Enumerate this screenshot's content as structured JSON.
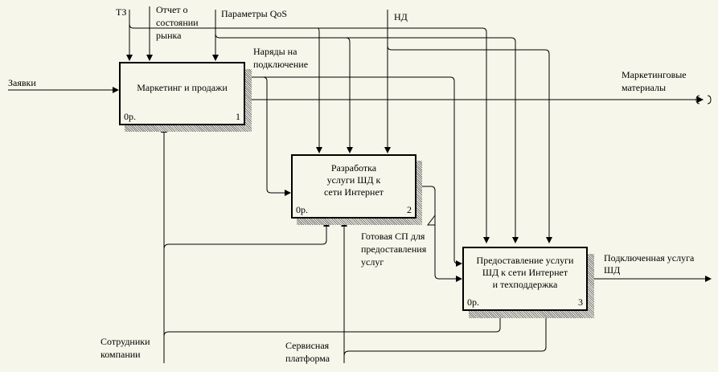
{
  "diagram": {
    "type": "IDEF0",
    "colors": {
      "background": "#f7f6ea",
      "line": "#000000",
      "shadow": "#777777"
    },
    "boxes": [
      {
        "id": "1",
        "title": "Маркетинг и продажи",
        "cost": "0р.",
        "number": "1"
      },
      {
        "id": "2",
        "title_lines": [
          "Разработка",
          "услуги ШД к",
          "сети Интернет"
        ],
        "cost": "0р.",
        "number": "2"
      },
      {
        "id": "3",
        "title_lines": [
          "Предоставление услуги",
          "ШД к сети Интернет",
          "и техподдержка"
        ],
        "cost": "0р.",
        "number": "3"
      }
    ],
    "arrows": {
      "tz": "ТЗ",
      "market_report": [
        "Отчет о",
        "состоянии",
        "рынка"
      ],
      "qos": "Параметры QoS",
      "nd": "НД",
      "orders": [
        "Наряды на",
        "подключение"
      ],
      "requests": "Заявки",
      "marketing_materials": [
        "Маркетинговые",
        "материалы"
      ],
      "ready_sp": [
        "Готовая СП для",
        "предоставления",
        "услуг"
      ],
      "connected_service": [
        "Подключенная услуга",
        "ШД"
      ],
      "employees": [
        "Сотрудники",
        "компании"
      ],
      "service_platform": [
        "Сервисная",
        "платформа"
      ]
    }
  }
}
